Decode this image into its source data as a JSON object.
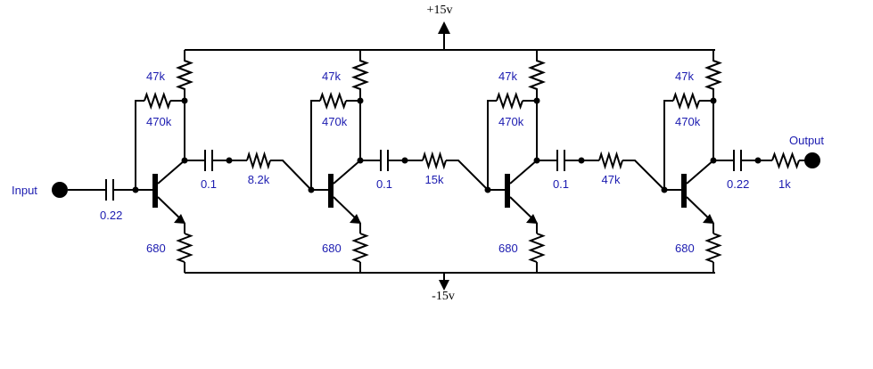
{
  "supply": {
    "positive": "+15v",
    "negative": "-15v"
  },
  "io": {
    "input": "Input",
    "output": "Output"
  },
  "coupling": {
    "input_cap": "0.22",
    "output_cap": "0.22",
    "output_res": "1k"
  },
  "stages": [
    {
      "collector": "47k",
      "feedback": "470k",
      "emitter": "680",
      "cap": "0.1",
      "series": "8.2k"
    },
    {
      "collector": "47k",
      "feedback": "470k",
      "emitter": "680",
      "cap": "0.1",
      "series": "15k"
    },
    {
      "collector": "47k",
      "feedback": "470k",
      "emitter": "680",
      "cap": "0.1",
      "series": "47k"
    },
    {
      "collector": "47k",
      "feedback": "470k",
      "emitter": "680"
    }
  ],
  "colors": {
    "wire": "#000000",
    "label": "#1b1bb0"
  }
}
